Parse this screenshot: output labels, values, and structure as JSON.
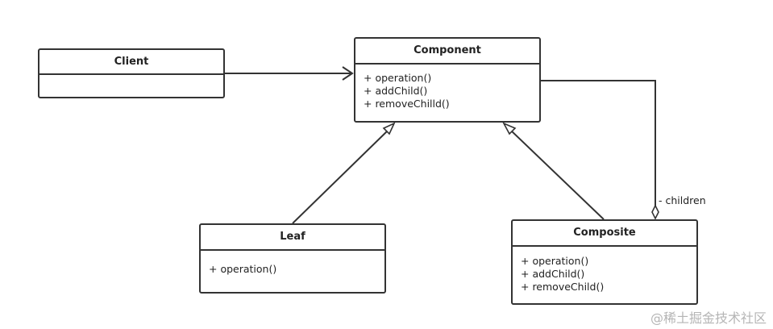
{
  "diagram": {
    "client": {
      "name": "Client",
      "members": []
    },
    "component": {
      "name": "Component",
      "members": [
        "+ operation()",
        "+ addChild()",
        "+ removeChilld()"
      ]
    },
    "leaf": {
      "name": "Leaf",
      "members": [
        "+ operation()"
      ]
    },
    "composite": {
      "name": "Composite",
      "members": [
        "+ operation()",
        "+ addChild()",
        "+ removeChild()"
      ]
    },
    "relations": {
      "children_label": "- children"
    }
  },
  "watermark": {
    "text": "@稀土掘金技术社区"
  }
}
